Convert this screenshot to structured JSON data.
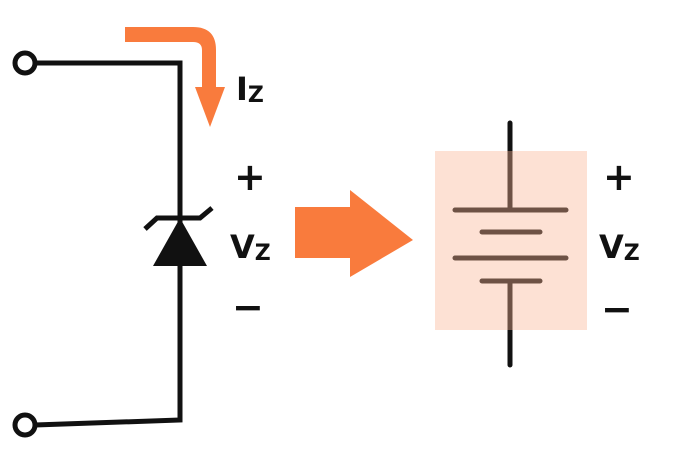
{
  "colors": {
    "accent": "#f97b3d",
    "box": "#fde0d2",
    "wire": "#111111"
  },
  "left": {
    "current_label": "I",
    "current_sub": "Z",
    "plus": "+",
    "minus": "−",
    "voltage_label": "V",
    "voltage_sub": "Z"
  },
  "right": {
    "plus": "+",
    "minus": "−",
    "voltage_label": "V",
    "voltage_sub": "Z"
  }
}
